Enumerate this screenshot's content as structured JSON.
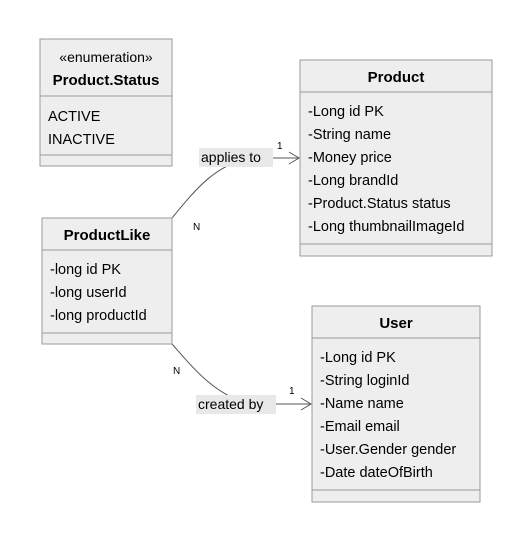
{
  "enum_status": {
    "stereotype": "«enumeration»",
    "name": "Product.Status",
    "values": [
      "ACTIVE",
      "INACTIVE"
    ]
  },
  "product": {
    "name": "Product",
    "attributes": [
      "-Long id PK",
      "-String name",
      "-Money price",
      "-Long brandId",
      "-Product.Status status",
      "-Long thumbnailImageId"
    ]
  },
  "product_like": {
    "name": "ProductLike",
    "attributes": [
      "-long id PK",
      "-long userId",
      "-long productId"
    ]
  },
  "user": {
    "name": "User",
    "attributes": [
      "-Long id PK",
      "-String loginId",
      "-Name name",
      "-Email email",
      "-User.Gender gender",
      "-Date dateOfBirth"
    ]
  },
  "relations": {
    "applies_to": {
      "label": "applies to",
      "source_mult": "N",
      "target_mult": "1"
    },
    "created_by": {
      "label": "created by",
      "source_mult": "N",
      "target_mult": "1"
    }
  },
  "colors": {
    "box_fill": "#eeeeee",
    "box_stroke": "#9a9a9a",
    "edge": "#555555",
    "label_bg": "#e8e8e8"
  }
}
